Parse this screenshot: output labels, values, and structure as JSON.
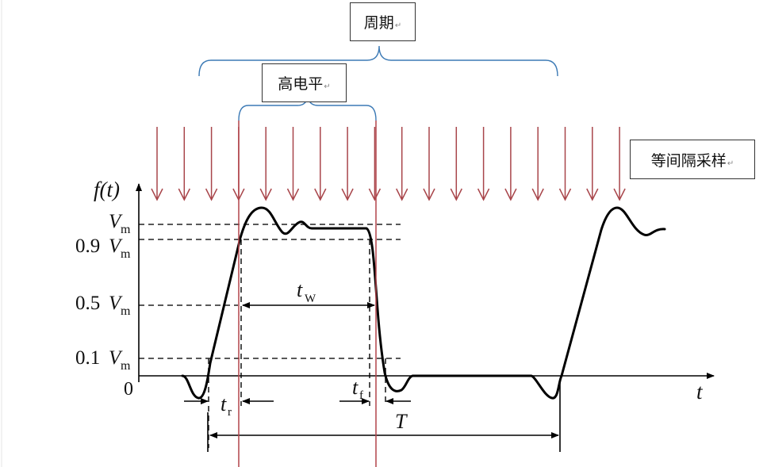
{
  "labels": {
    "period": "周期",
    "high_level": "高电平",
    "sampling": "等间隔采样",
    "return_mark": "↵"
  },
  "axis": {
    "y_label": "f(t)",
    "x_label": "t",
    "origin": "0"
  },
  "levels": {
    "vm": "V",
    "vm_sub": "m",
    "p09": "0.9",
    "p05": "0.5",
    "p01": "0.1"
  },
  "times": {
    "tw": "t",
    "tw_sub": "W",
    "tr": "t",
    "tr_sub": "r",
    "tf": "t",
    "tf_sub": "f",
    "period_T": "T"
  },
  "colors": {
    "waveform": "#000000",
    "sample_arrow": "#a8454a",
    "marker_line": "#b2444a",
    "brace": "#3c7ab5",
    "dashed": "#222222"
  },
  "sample_count": 18
}
